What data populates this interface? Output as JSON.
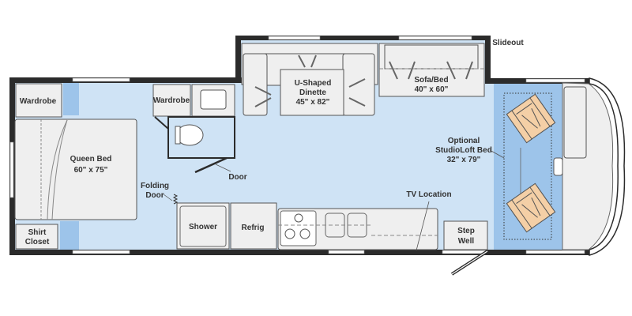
{
  "labels": {
    "wardrobe_rear": "Wardrobe",
    "queen_bed": "Queen Bed",
    "queen_bed_size": "60\" x 75\"",
    "shirt_closet_1": "Shirt",
    "shirt_closet_2": "Closet",
    "wardrobe_bath": "Wardrobe",
    "door": "Door",
    "folding_door_1": "Folding",
    "folding_door_2": "Door",
    "shower": "Shower",
    "refrig": "Refrig",
    "dinette_1": "U-Shaped",
    "dinette_2": "Dinette",
    "dinette_size": "45\" x 82\"",
    "sofa": "Sofa/Bed",
    "sofa_size": "40\" x 60\"",
    "slideout": "Slideout",
    "tv_location": "TV Location",
    "step_well_1": "Step",
    "step_well_2": "Well",
    "studioloft_1": "Optional",
    "studioloft_2": "StudioLoft Bed",
    "studioloft_size": "32\" x 79\""
  },
  "colors": {
    "floor": "#cfe3f5",
    "accent_floor": "#9dc4ea",
    "wall": "#2b2b2b",
    "chair": "#f4cfa6"
  }
}
